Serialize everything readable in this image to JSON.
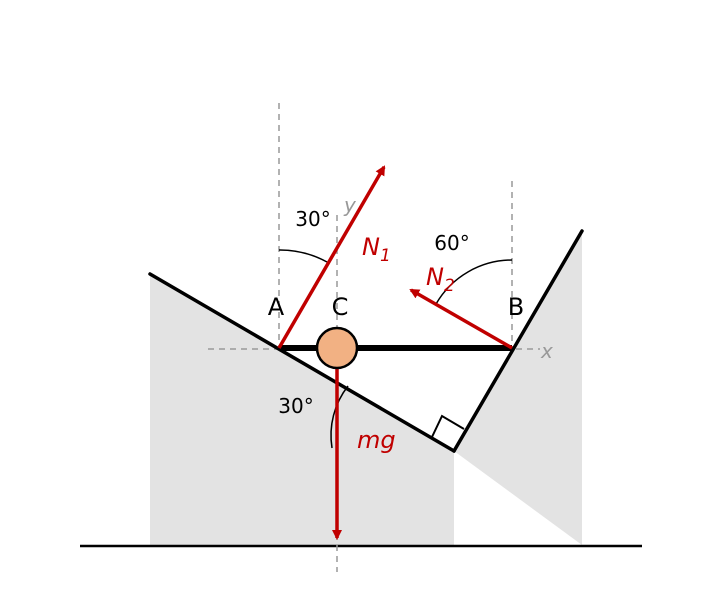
{
  "colors": {
    "force": "#c00000",
    "ball_fill": "#f2b183",
    "ground_fill": "#e3e3e3",
    "guide": "#999999",
    "line": "#000000"
  },
  "points": {
    "a": "A",
    "b": "B",
    "c": "C"
  },
  "angles": {
    "a_top": "30°",
    "b_top": "60°",
    "c_bottom": "30°"
  },
  "forces": {
    "n1": {
      "symbol": "N",
      "subscript": "1"
    },
    "n2": {
      "symbol": "N",
      "subscript": "2"
    },
    "weight": "mg"
  },
  "axes": {
    "x": "x",
    "y": "y"
  }
}
